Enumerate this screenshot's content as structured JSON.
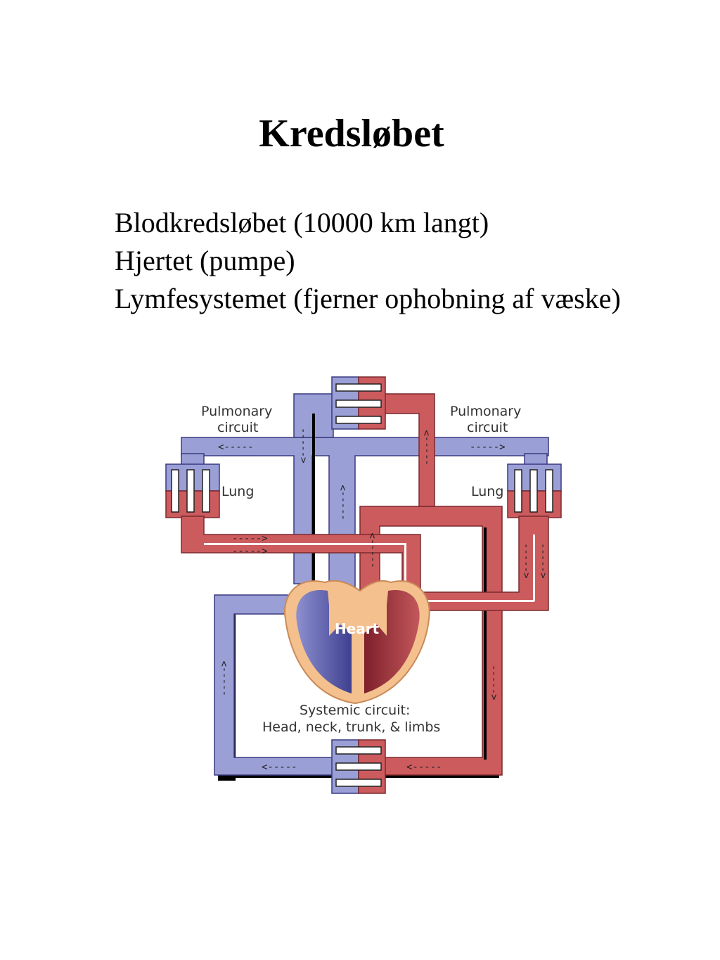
{
  "slide": {
    "title": "Kredsløbet",
    "bullets": [
      "Blodkredsløbet (10000 km langt)",
      "Hjertet (pumpe)",
      "Lymfesystemet (fjerner ophobning af væske)"
    ]
  },
  "diagram": {
    "labels": {
      "pulmonary_left_1": "Pulmonary",
      "pulmonary_left_2": "circuit",
      "pulmonary_right_1": "Pulmonary",
      "pulmonary_right_2": "circuit",
      "lung_left": "Lung",
      "lung_right": "Lung",
      "heart": "Heart",
      "systemic_1": "Systemic circuit:",
      "systemic_2": "Head, neck, trunk, & limbs"
    },
    "colors": {
      "oxygen_poor": "#9a9fd6",
      "oxygen_rich": "#cc5b5e",
      "heart_outline": "#f3c08e",
      "heart_left": "#4e4f98",
      "heart_right": "#8f2a33"
    }
  }
}
